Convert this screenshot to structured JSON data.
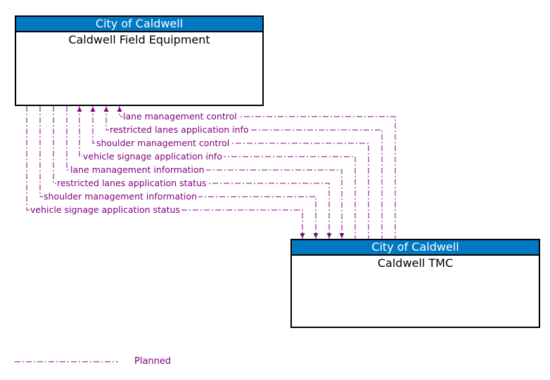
{
  "diagram": {
    "boxes": [
      {
        "id": "caldwell-field-equipment",
        "header": "City of Caldwell",
        "name": "Caldwell Field Equipment"
      },
      {
        "id": "caldwell-tmc",
        "header": "City of Caldwell",
        "name": "Caldwell TMC"
      }
    ],
    "flows": [
      {
        "label": "lane management control",
        "from": "Caldwell TMC",
        "to": "Caldwell Field Equipment",
        "status": "Planned"
      },
      {
        "label": "restricted lanes application info",
        "from": "Caldwell TMC",
        "to": "Caldwell Field Equipment",
        "status": "Planned"
      },
      {
        "label": "shoulder management control",
        "from": "Caldwell TMC",
        "to": "Caldwell Field Equipment",
        "status": "Planned"
      },
      {
        "label": "vehicle signage application info",
        "from": "Caldwell TMC",
        "to": "Caldwell Field Equipment",
        "status": "Planned"
      },
      {
        "label": "lane management information",
        "from": "Caldwell Field Equipment",
        "to": "Caldwell TMC",
        "status": "Planned"
      },
      {
        "label": "restricted lanes application status",
        "from": "Caldwell Field Equipment",
        "to": "Caldwell TMC",
        "status": "Planned"
      },
      {
        "label": "shoulder management information",
        "from": "Caldwell Field Equipment",
        "to": "Caldwell TMC",
        "status": "Planned"
      },
      {
        "label": "vehicle signage application status",
        "from": "Caldwell Field Equipment",
        "to": "Caldwell TMC",
        "status": "Planned"
      }
    ],
    "legend": {
      "label": "Planned",
      "line_style": "dash-dot"
    },
    "colors": {
      "header_blue": "#0079C2",
      "header_text": "#FFFFFF",
      "body_text": "#000000",
      "flow_purple": "#800080",
      "background": "#FFFFFF"
    }
  }
}
